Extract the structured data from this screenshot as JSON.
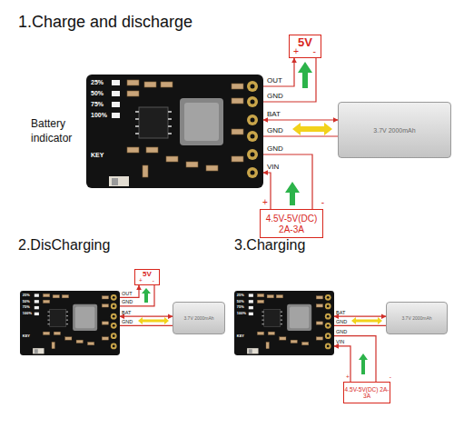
{
  "diagram": {
    "title": "1.Charge and discharge",
    "nodes": [
      {
        "text": [
          "25%",
          "50%",
          "75%",
          "100%",
          "KEY"
        ]
      },
      {
        "text": [
          "5V",
          "+",
          "-"
        ]
      },
      {
        "text": [
          "3.7V 2000mAh"
        ]
      },
      {
        "text": [
          "4.5V-5V(DC) 2A-3A",
          "+",
          "-"
        ]
      },
      {
        "text": [
          "25%",
          "50%",
          "75%",
          "100%",
          "KEY"
        ]
      },
      {
        "text": [
          "5V",
          "+",
          "-"
        ]
      },
      {
        "text": [
          "3.7V 2000mAh"
        ]
      },
      {
        "text": [
          "25%",
          "50%",
          "75%",
          "100%",
          "KEY"
        ]
      },
      {
        "text": [
          "3.7V 2000mAh"
        ]
      },
      {
        "text": [
          "4.5V-5V(DC) 2A-3A",
          "+",
          "-"
        ]
      }
    ],
    "edges": [
      {
        "from": 0,
        "to": 1,
        "arrow": "to"
      },
      {
        "from": 0,
        "to": 2,
        "arrow": "both"
      },
      {
        "from": 3,
        "to": 0,
        "arrow": "to"
      },
      {
        "from": 4,
        "to": 5,
        "arrow": "to"
      },
      {
        "from": 4,
        "to": 6,
        "arrow": "both"
      },
      {
        "from": 9,
        "to": 7,
        "arrow": "to"
      },
      {
        "from": 7,
        "to": 8,
        "arrow": "both"
      }
    ],
    "labels": [
      "2.DisCharging",
      "3.Charging",
      "Battery indicator",
      "OUT",
      "GND",
      "BAT",
      "GND",
      "GND",
      "VIN",
      "OUT",
      "GND",
      "BAT",
      "GND",
      "BAT",
      "GND",
      "GND",
      "VIN"
    ]
  }
}
